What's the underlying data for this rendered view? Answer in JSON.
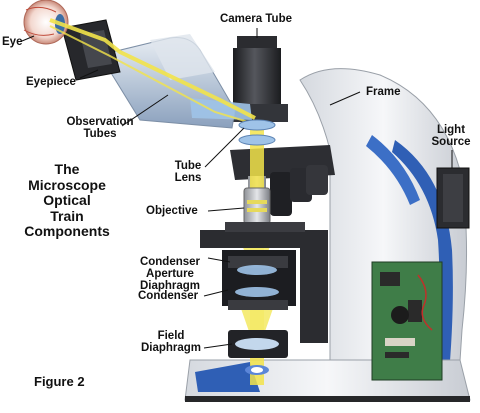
{
  "labels": {
    "eye": "Eye",
    "camera_tube": "Camera Tube",
    "eyepiece": "Eyepiece",
    "frame": "Frame",
    "observation_tubes": [
      "Observation",
      "Tubes"
    ],
    "light_source": [
      "Light",
      "Source"
    ],
    "tube_lens": [
      "Tube",
      "Lens"
    ],
    "objective": "Objective",
    "condenser_aperture_diaphragm": [
      "Condenser",
      "Aperture",
      "Diaphragm"
    ],
    "condenser": "Condenser",
    "field_diaphragm": [
      "Field",
      "Diaphragm"
    ]
  },
  "title_lines": [
    "The",
    "Microscope",
    "Optical",
    "Train",
    "Components"
  ],
  "figure_caption": "Figure 2",
  "colors": {
    "light_path": "#f2e34a",
    "frame_white": "#eef0f3",
    "frame_blue": "#2f5fb5",
    "dark_metal": "#2b2c30",
    "glass_blue": "#9fc3e8"
  }
}
